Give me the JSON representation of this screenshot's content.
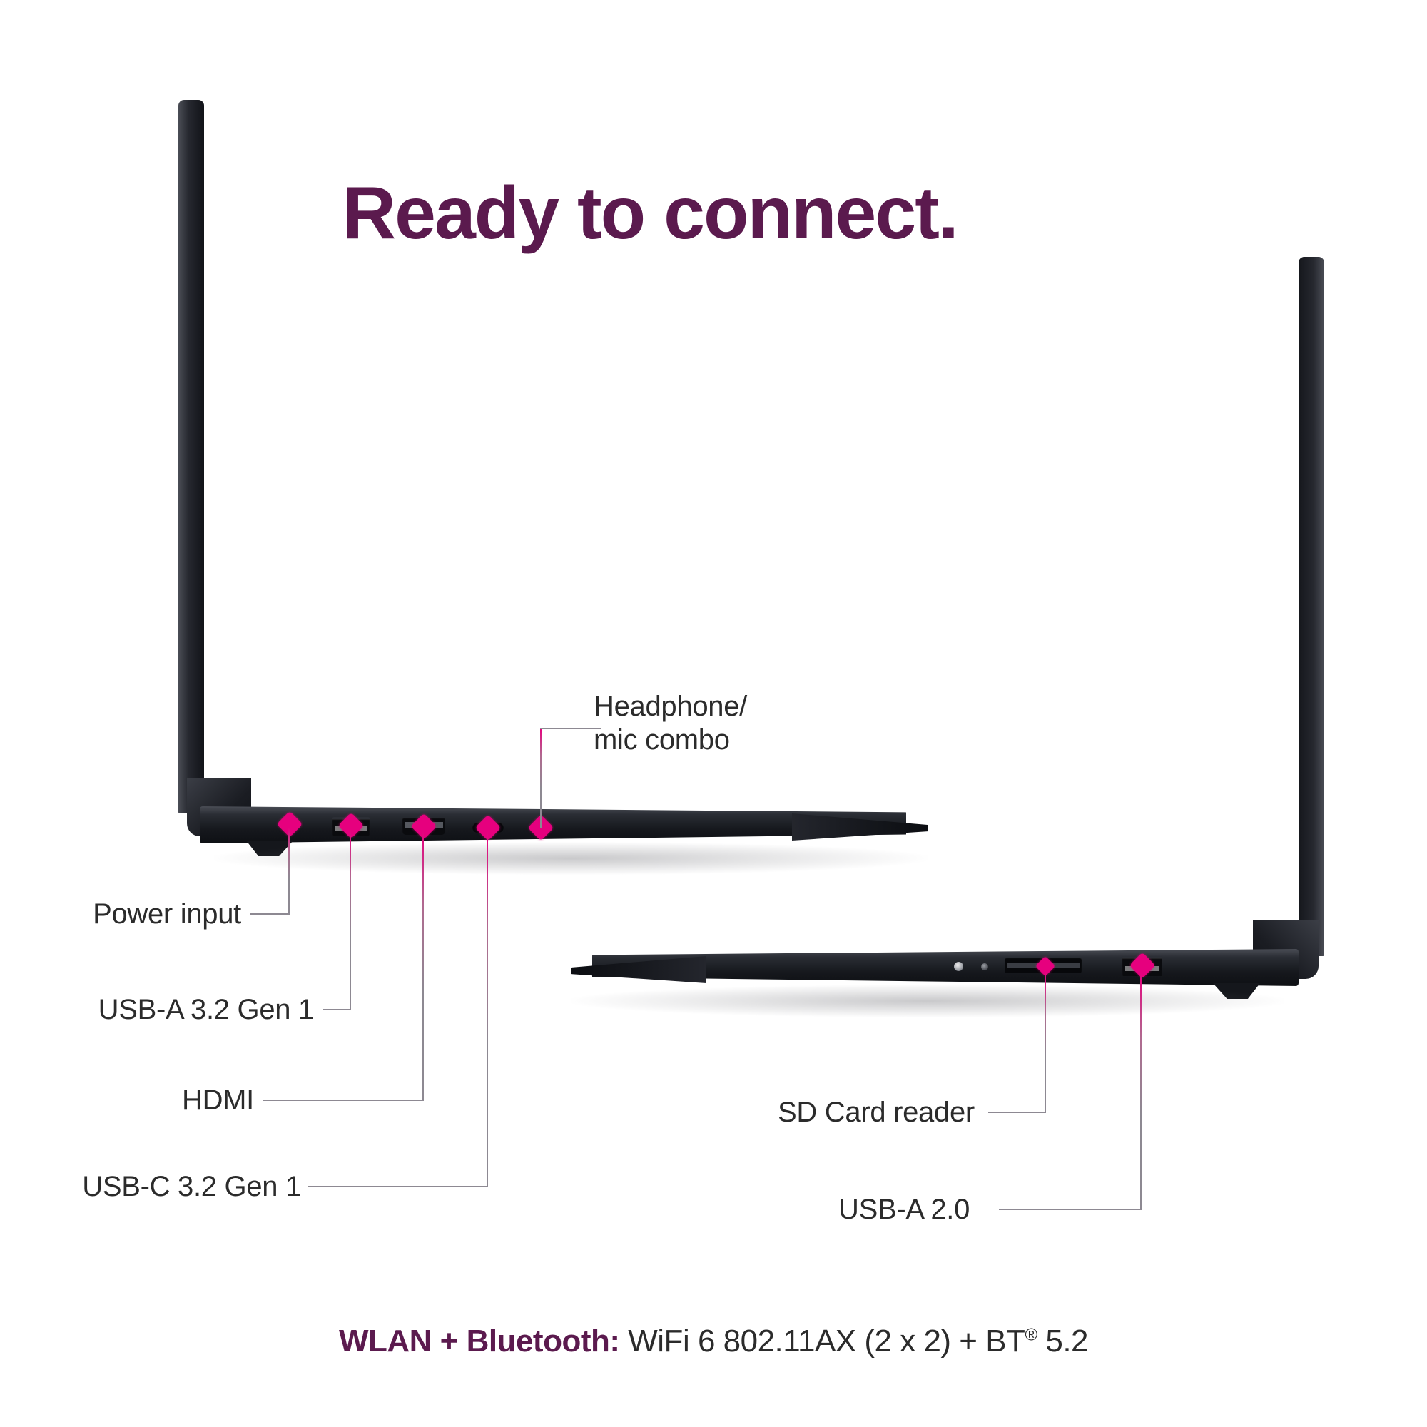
{
  "title": "Ready to connect.",
  "footer": {
    "bold": "WLAN + Bluetooth:",
    "normal_pre": " WiFi 6 802.11AX (2 x 2) + BT",
    "registered": "®",
    "normal_post": " 5.2"
  },
  "callouts": {
    "power_input": "Power input",
    "usb_a_32": "USB-A 3.2 Gen 1",
    "hdmi": "HDMI",
    "usb_c_32": "USB-C 3.2 Gen 1",
    "headphone_line1": "Headphone/",
    "headphone_line2": "mic combo",
    "sd_card": "SD Card reader",
    "usb_a_20": "USB-A 2.0"
  },
  "colors": {
    "brand_purple": "#5b1a4e",
    "marker_magenta": "#e6007e",
    "callout_line": "#8d8992",
    "label_text": "#2b2b2b",
    "background": "#ffffff"
  }
}
